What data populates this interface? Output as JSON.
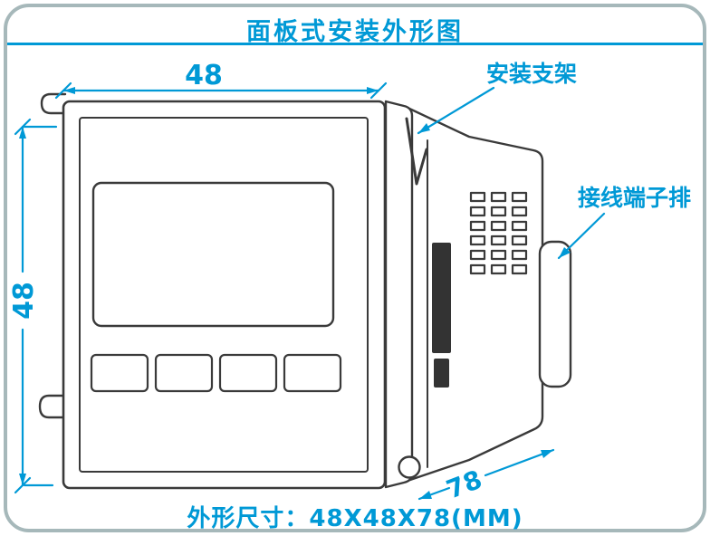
{
  "title": "面板式安装外形图",
  "footer": "外形尺寸：48X48X78(MM)",
  "callouts": {
    "bracket": "安装支架",
    "terminal_block": "接线端子排"
  },
  "dimensions": {
    "width_mm": "48",
    "height_mm": "48",
    "depth_mm": "78"
  },
  "colors": {
    "accent": "#0099d6",
    "line": "#3a3a3a",
    "frame_border": "#a6b8ba"
  }
}
